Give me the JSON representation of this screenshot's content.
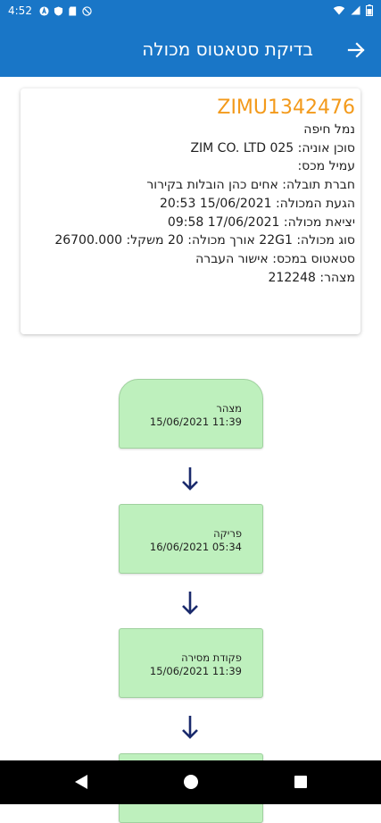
{
  "status_bar": {
    "time": "4:52"
  },
  "header": {
    "title": "בדיקת סטאטוס מכולה"
  },
  "container": {
    "id": "ZIMU1342476",
    "lines": [
      "נמל חיפה",
      "סוכן אוניה: ZIM CO. LTD 025",
      "עמיל מכס:",
      "חברת תובלה: אחים כהן הובלות בקירור",
      "הגעת המכולה: 15/06/2021 20:53",
      "יציאת מכולה: 17/06/2021 09:58",
      "סוג מכולה: 22G1   אורך מכולה: 20   משקל: 26700.000",
      "סטאטוס במכס: אישור העברה",
      "מצהר: 212248"
    ]
  },
  "timeline": [
    {
      "name": "מצהר",
      "date": "15/06/2021 11:39"
    },
    {
      "name": "פריקה",
      "date": "16/06/2021 05:34"
    },
    {
      "name": "פקודת מסירה",
      "date": "15/06/2021 11:39"
    }
  ],
  "colors": {
    "primary": "#1976c7",
    "accent": "#f39a1b",
    "stage_fill": "#bef0bd",
    "arrow": "#1a2a6c"
  }
}
